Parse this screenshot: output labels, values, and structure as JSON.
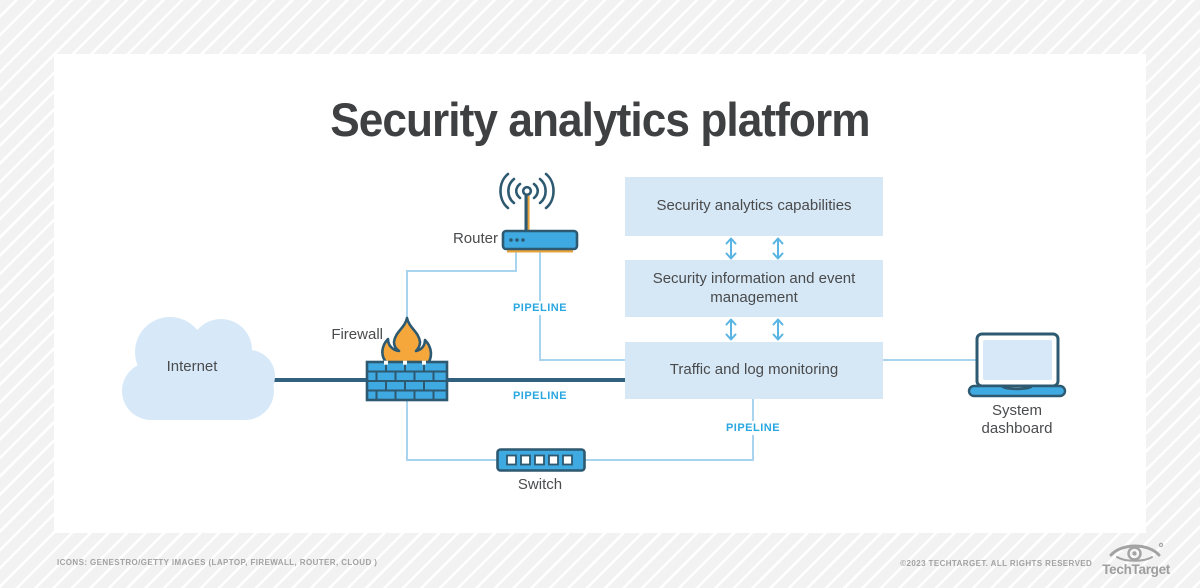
{
  "title": "Security analytics platform",
  "diagram": {
    "internet_label": "Internet",
    "firewall_label": "Firewall",
    "router_label": "Router",
    "switch_label": "Switch",
    "dashboard_label": "System dashboard",
    "boxes": [
      {
        "label": "Security analytics capabilities"
      },
      {
        "label": "Security information and event management"
      },
      {
        "label": "Traffic and log monitoring"
      }
    ],
    "pipeline_label_1": "PIPELINE",
    "pipeline_label_2": "PIPELINE",
    "pipeline_label_3": "PIPELINE"
  },
  "footer": {
    "icons_credit": "ICONS: GENESTRO/GETTY IMAGES (LAPTOP, FIREWALL, ROUTER, CLOUD )",
    "copyright": "©2023 TECHTARGET. ALL RIGHTS RESERVED",
    "brand": "TechTarget"
  },
  "colors": {
    "accent_blue": "#2aa7e0",
    "icon_blue": "#3fa9e1",
    "outline_navy": "#2d5971",
    "panel_blue": "#d6e8f6",
    "line_light_blue": "#a8d4f0",
    "line_dark": "#31617f",
    "flame_orange": "#f5a73c",
    "cloud_blue": "#d7e9f8",
    "text_dark": "#4a4b4d",
    "title_color": "#3f4042",
    "footer_gray": "#a2a2a2"
  }
}
